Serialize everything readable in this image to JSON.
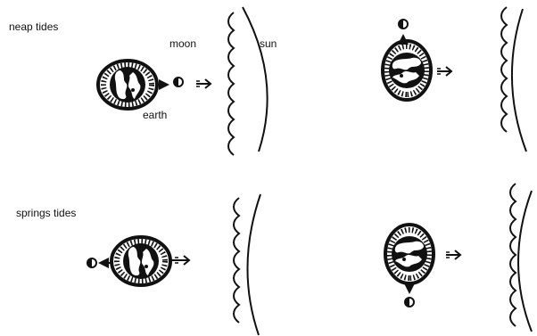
{
  "labels": {
    "neap": "neap tides",
    "springs": "springs tides",
    "moon": "moon",
    "sun": "sun",
    "earth": "earth"
  },
  "colors": {
    "ink": "#111111",
    "paper": "#ffffff"
  },
  "panels": [
    {
      "id": "neap-1",
      "moon_side": "right"
    },
    {
      "id": "neap-2",
      "moon_side": "top"
    },
    {
      "id": "spring-1",
      "moon_side": "left"
    },
    {
      "id": "spring-2",
      "moon_side": "bottom"
    }
  ]
}
